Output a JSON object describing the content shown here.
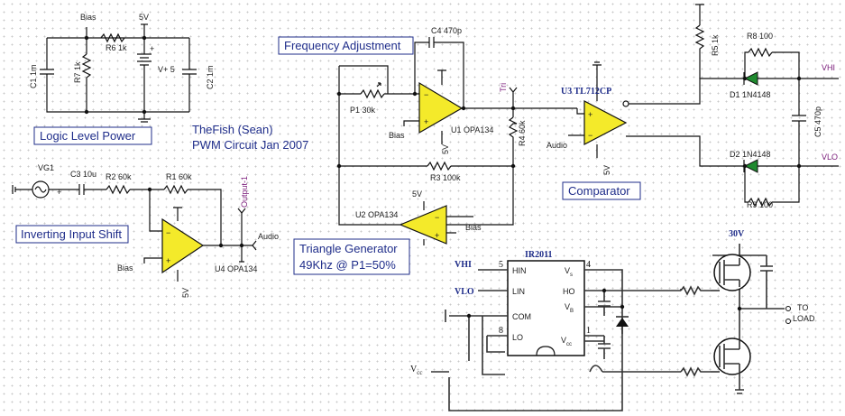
{
  "annotations": {
    "logic_level_power": "Logic Level Power",
    "author": "TheFish (Sean)",
    "circuit_title": "PWM Circuit Jan 2007",
    "frequency_adjustment": "Frequency Adjustment",
    "inverting_input_shift": "Inverting Input Shift",
    "triangle_generator_1": "Triangle Generator",
    "triangle_generator_2": "49Khz @ P1=50%",
    "comparator": "Comparator"
  },
  "components": {
    "c1": "C1 1m",
    "r7": "R7 1k",
    "r6": "R6 1k",
    "vplus": "V+ 5",
    "c2": "C2 1m",
    "c4": "C4 470p",
    "p1": "P1 30k",
    "u1": "U1 OPA134",
    "r4": "R4 60k",
    "r3": "R3 100k",
    "u2": "U2 OPA134",
    "u3": "U3 TL712CP",
    "r5": "R5 1k",
    "r8": "R8 100",
    "d1": "D1 1N4148",
    "c5": "C5 470p",
    "d2": "D2 1N4148",
    "r9": "R9 100",
    "vg1": "VG1",
    "c3": "C3 10u",
    "r2": "R2 60k",
    "r1": "R1 60k",
    "u4": "U4 OPA134"
  },
  "nets": {
    "bias": "Bias",
    "five_v": "5V",
    "tri": "Tri",
    "audio": "Audio",
    "vhi": "VHI",
    "vlo": "VLO",
    "output1": "Output-1"
  },
  "driver": {
    "ic_name": "IR2011",
    "supply": "30V",
    "vhi": "VHI",
    "vlo": "VLO",
    "vcc": "V",
    "vcc_sub": "cc",
    "pins": {
      "hin": "HIN",
      "lin": "LIN",
      "com": "COM",
      "lo": "LO",
      "vs": "V",
      "vs_sub": "s",
      "ho": "HO",
      "vb": "V",
      "vb_sub": "B",
      "vcc": "V",
      "vcc_sub": "cc",
      "n5": "5",
      "n4": "4",
      "n8": "8",
      "n1": "1"
    },
    "to_load_1": "TO",
    "to_load_2": "LOAD"
  },
  "symbols": {
    "plus": "+",
    "minus": "−"
  }
}
